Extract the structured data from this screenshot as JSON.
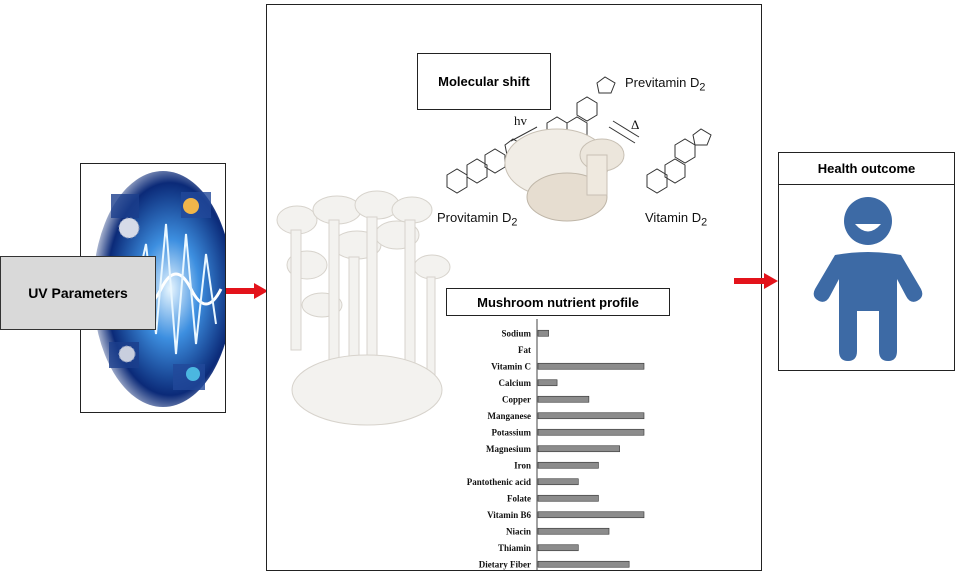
{
  "uv": {
    "label": "UV Parameters",
    "icon": "uv-light-wave-image"
  },
  "center": {
    "molecular_shift_label": "Molecular shift",
    "previtamin_label": "Previtamin D",
    "previtamin_sub": "2",
    "provitamin_label": "Provitamin D",
    "provitamin_sub": "2",
    "vitamin_label": "Vitamin D",
    "vitamin_sub": "2",
    "hv_label": "hv",
    "delta_label": "Δ",
    "nutrient_title": "Mushroom nutrient profile",
    "mushroom_image": "mushroom-photo-icon"
  },
  "health": {
    "title": "Health outcome",
    "icon": "person-icon"
  },
  "colors": {
    "arrow": "#e3131b",
    "person": "#3d6aa5",
    "bar": "#8c8c8c"
  },
  "chart_data": {
    "type": "bar",
    "orientation": "horizontal",
    "categories": [
      "Sodium",
      "Fat",
      "Vitamin C",
      "Calcium",
      "Copper",
      "Manganese",
      "Potassium",
      "Magnesium",
      "Iron",
      "Pantothenic acid",
      "Folate",
      "Vitamin B6",
      "Niacin",
      "Thiamin",
      "Dietary Fiber"
    ],
    "values": [
      10,
      0,
      100,
      18,
      48,
      100,
      100,
      77,
      57,
      38,
      57,
      100,
      67,
      38,
      86
    ],
    "title": "Mushroom nutrient profile",
    "xlim": [
      0,
      100
    ]
  }
}
